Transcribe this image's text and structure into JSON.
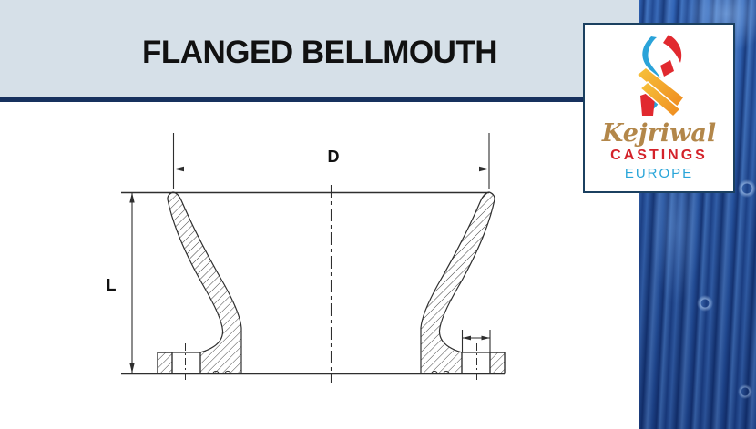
{
  "header": {
    "title": "FLANGED BELLMOUTH"
  },
  "logo": {
    "brand_script": "Kejriwal",
    "brand_line2": "CASTINGS",
    "brand_line3": "EUROPE",
    "colors": {
      "script_gold": "#b3874a",
      "castings_red": "#d4222a",
      "europe_cyan": "#29a5d9",
      "border_navy": "#1b4060",
      "emblem_cyan": "#2aa3d9",
      "emblem_red": "#e1292f",
      "emblem_orange": "#ef8a1f",
      "emblem_yellow": "#f7c33b"
    }
  },
  "drawing": {
    "dimensions": {
      "diameter_label": "D",
      "length_label": "L"
    },
    "line_color": "#2e2e2e"
  },
  "theme": {
    "header_bg": "#d6e0e8",
    "divider_navy": "#17315e",
    "water_blue": "#2d5fae",
    "page_bg": "#ffffff",
    "title_color": "#111111"
  }
}
